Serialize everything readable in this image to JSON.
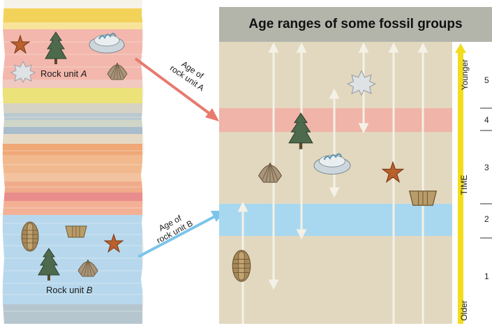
{
  "title": "Age ranges of some fossil groups",
  "rock_unit_a": "Rock unit ",
  "rock_unit_a_letter": "A",
  "rock_unit_b": "Rock unit ",
  "rock_unit_b_letter": "B",
  "arrow_a_label": [
    "Age of",
    "rock unit A"
  ],
  "arrow_b_label": [
    "Age of",
    "rock unit B"
  ],
  "time_axis": {
    "label": "TIME",
    "top": "Younger",
    "bottom": "Older",
    "ticks": [
      "5",
      "4",
      "3",
      "2",
      "1"
    ]
  },
  "colors": {
    "unit_a_band": "#f4a8a0",
    "unit_b_band": "#a8d8f0",
    "arrow_a": "#e87a6e",
    "arrow_b": "#7cc4ea",
    "time_arrow": "#f2dd1c"
  },
  "fossils": [
    "starfish",
    "pine-tree",
    "coral",
    "maple-leaf",
    "scallop-shell",
    "trilobite",
    "brachiopod"
  ]
}
